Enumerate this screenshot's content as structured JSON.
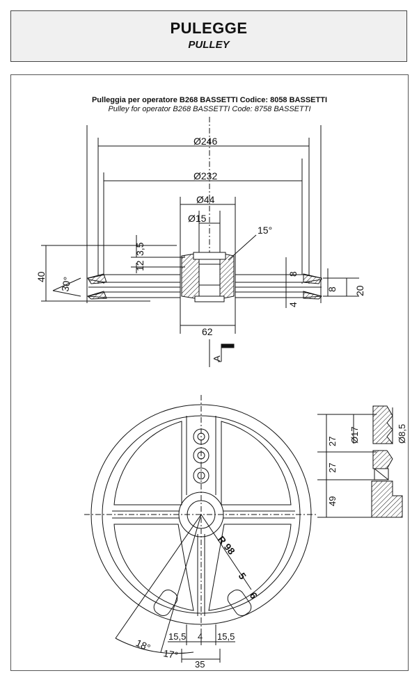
{
  "header": {
    "title": "PULEGGE",
    "subtitle": "PULLEY"
  },
  "drawing": {
    "caption_it": "Pulleggia per operatore B268 BASSETTI Codice: 8058 BASSETTI",
    "caption_en": "Pulley for operator B268 BASSETTI Code: 8758 BASSETTI",
    "dims": {
      "d246": "Ø246",
      "d232": "Ø232",
      "d44": "Ø44",
      "d15": "Ø15",
      "angle15": "15°",
      "v35": "3,5",
      "v12": "12",
      "v40": "40",
      "a30": "30°",
      "v8a": "8",
      "v8b": "8",
      "v4": "4",
      "v20": "20",
      "v62": "62",
      "sectionA": "A",
      "r98": "R 98",
      "v5": "5",
      "v6": "6",
      "a18": "18°",
      "a17": "17°",
      "v155a": "15,5",
      "v4b": "4",
      "v155b": "15,5",
      "v35b": "35",
      "d17": "Ø17",
      "d85": "Ø8,5",
      "v27a": "27",
      "v27b": "27",
      "v49": "49"
    }
  }
}
